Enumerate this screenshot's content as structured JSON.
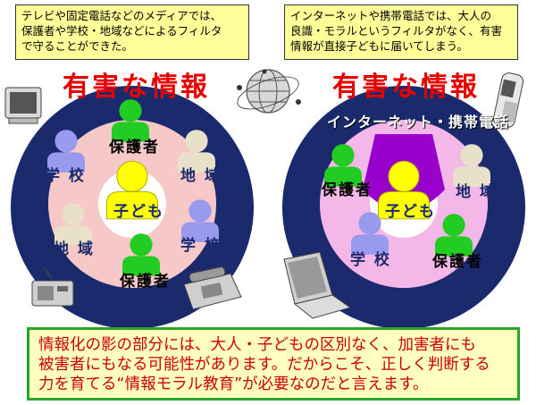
{
  "left_box": {
    "lines": [
      "テレビや固定電話などのメディアでは、",
      "保護者や学校・地域などによるフィルタ",
      "で守ることができた。"
    ]
  },
  "right_box": {
    "lines": [
      "インターネットや携帯電話では、大人の",
      "良識・モラルというフィルタがなく、有害",
      "情報が直接子どもに届いてしまう。"
    ]
  },
  "left_heading": "有害な情報",
  "right_heading": "有害な情報",
  "internet_label": "インターネット・携帯電話",
  "left_diagram": {
    "center": "子ども",
    "people": [
      {
        "label": "保護者",
        "color": "#22cc22"
      },
      {
        "label": "学 校",
        "color": "#9999ee"
      },
      {
        "label": "地 域",
        "color": "#e8e0c8"
      },
      {
        "label": "地 域",
        "color": "#e8e0c8"
      },
      {
        "label": "学 校",
        "color": "#9999ee"
      },
      {
        "label": "保護者",
        "color": "#22cc22"
      }
    ]
  },
  "right_diagram": {
    "center": "子ども",
    "people": [
      {
        "label": "保護者",
        "color": "#22cc22"
      },
      {
        "label": "地 域",
        "color": "#e8e0c8"
      },
      {
        "label": "学 校",
        "color": "#9999ee"
      },
      {
        "label": "保護者",
        "color": "#22cc22"
      }
    ]
  },
  "bottom_text": {
    "lines": [
      "情報化の影の部分には、大人・子どもの区別なく、加害者にも",
      "被害者にもなる可能性があります。だからこそ、正しく判断する",
      "力を育てる“情報モラル教育”が必要なのだと言えます。"
    ]
  },
  "colors": {
    "outer_ring": "#1a2a6c",
    "left_middle": "#f6c8c8",
    "right_middle": "#f4b8e8",
    "inner": "#ffffff",
    "center_person": "#ffff00",
    "funnel": "#9900cc",
    "heading": "#e60000",
    "bottom_border": "#2aa52a",
    "bottom_text": "#cc0000"
  }
}
